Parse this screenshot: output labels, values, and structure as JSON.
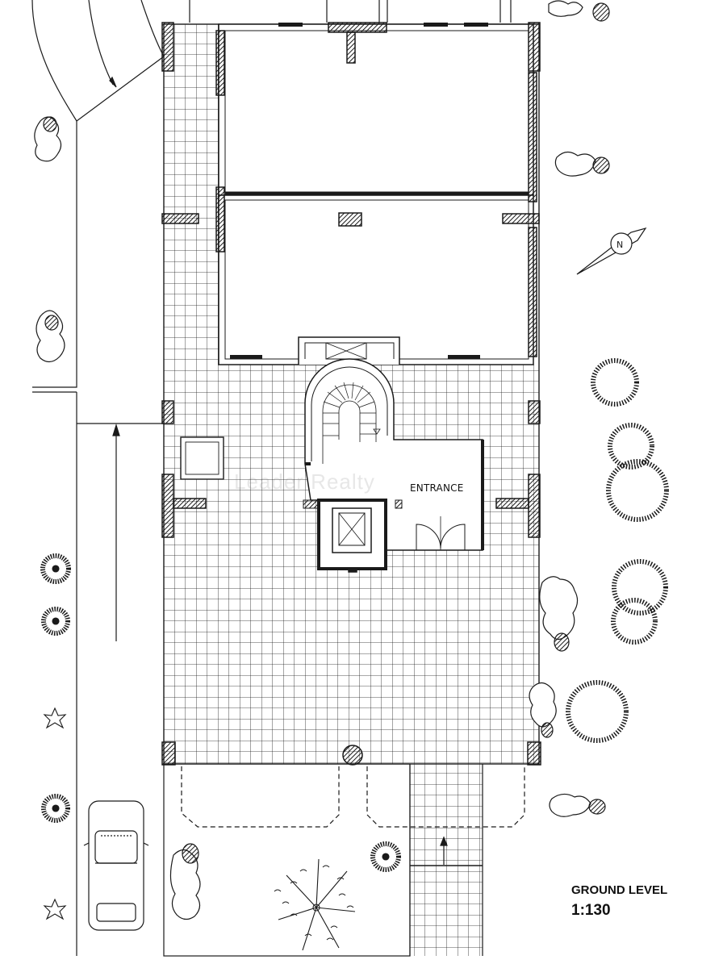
{
  "plan": {
    "title": "GROUND LEVEL",
    "scale": "1:130",
    "room_label": "ENTRANCE",
    "watermark": "Leader Realty"
  },
  "colors": {
    "line": "#1a1a1a",
    "hatch": "#2a2a2a",
    "background": "#ffffff"
  },
  "icons": [
    "north-arrow-icon",
    "car-icon",
    "tree-icon",
    "shrub-icon",
    "palm-icon"
  ]
}
